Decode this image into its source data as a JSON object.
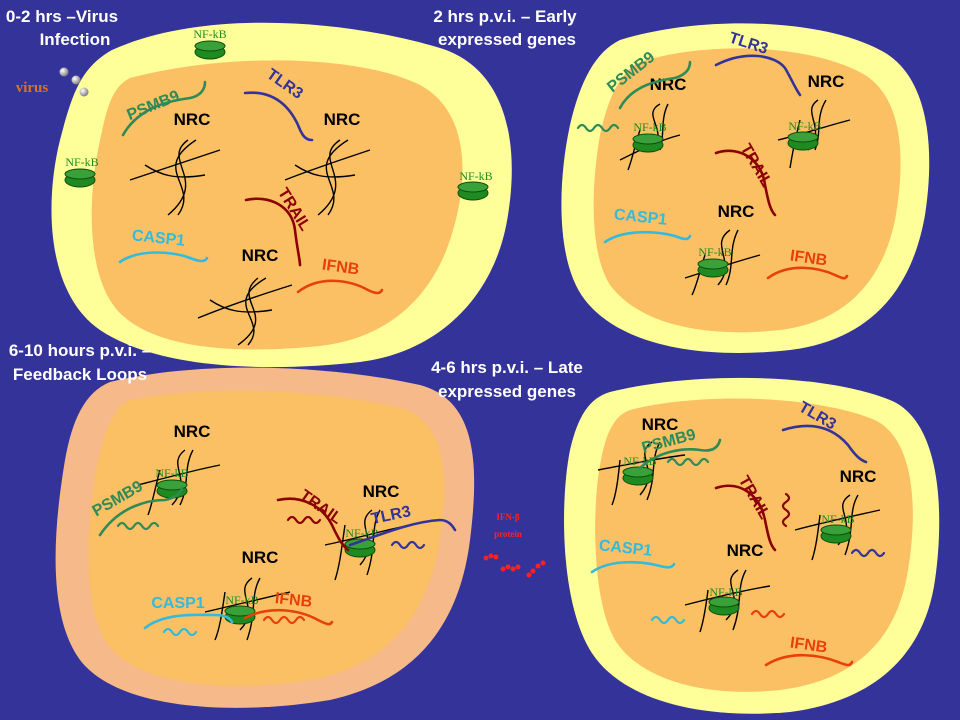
{
  "colors": {
    "background": "#333399",
    "cell_membrane": "#ffff99",
    "cell_membrane_feedback": "#f5b98a",
    "nucleus": "#fbc064",
    "nfkb_green": "#1f8a1f",
    "PSMB9": "#2e8b57",
    "TLR3": "#333399",
    "TRAIL": "#8b0000",
    "CASP1": "#33bbdd",
    "IFNB": "#e8400a",
    "virus_label": "#e07020",
    "ifn_protein": "#ff2020"
  },
  "panels": {
    "p1": {
      "title_line1": "0-2 hrs –Virus",
      "title_line2": "Infection",
      "virus_label": "virus",
      "nfkb": "NF-kB",
      "nrc": "NRC",
      "genes": {
        "psmb9": "PSMB9",
        "tlr3": "TLR3",
        "trail": "TRAIL",
        "casp1": "CASP1",
        "ifnb": "IFNB"
      }
    },
    "p2": {
      "title_line1": "2 hrs p.v.i. – Early",
      "title_line2": "expressed genes",
      "nfkb": "NF-kB",
      "nrc": "NRC",
      "genes": {
        "psmb9": "PSMB9",
        "tlr3": "TLR3",
        "trail": "TRAIL",
        "casp1": "CASP1",
        "ifnb": "IFNB"
      }
    },
    "p3": {
      "title_line1": "6-10 hours p.v.i. –",
      "title_line2": "Feedback Loops",
      "nfkb": "NF-kB",
      "nrc": "NRC",
      "genes": {
        "psmb9": "PSMB9",
        "tlr3": "TLR3",
        "trail": "TRAIL",
        "casp1": "CASP1",
        "ifnb": "IFNB"
      }
    },
    "p4": {
      "title_line1": "4-6 hrs p.v.i. – Late",
      "title_line2": "expressed genes",
      "nfkb": "NF-kB",
      "nrc": "NRC",
      "genes": {
        "psmb9": "PSMB9",
        "tlr3": "TLR3",
        "trail": "TRAIL",
        "casp1": "CASP1",
        "ifnb": "IFNB"
      }
    }
  },
  "ifn_protein": {
    "line1": "IFN-β",
    "line2": "protein"
  }
}
